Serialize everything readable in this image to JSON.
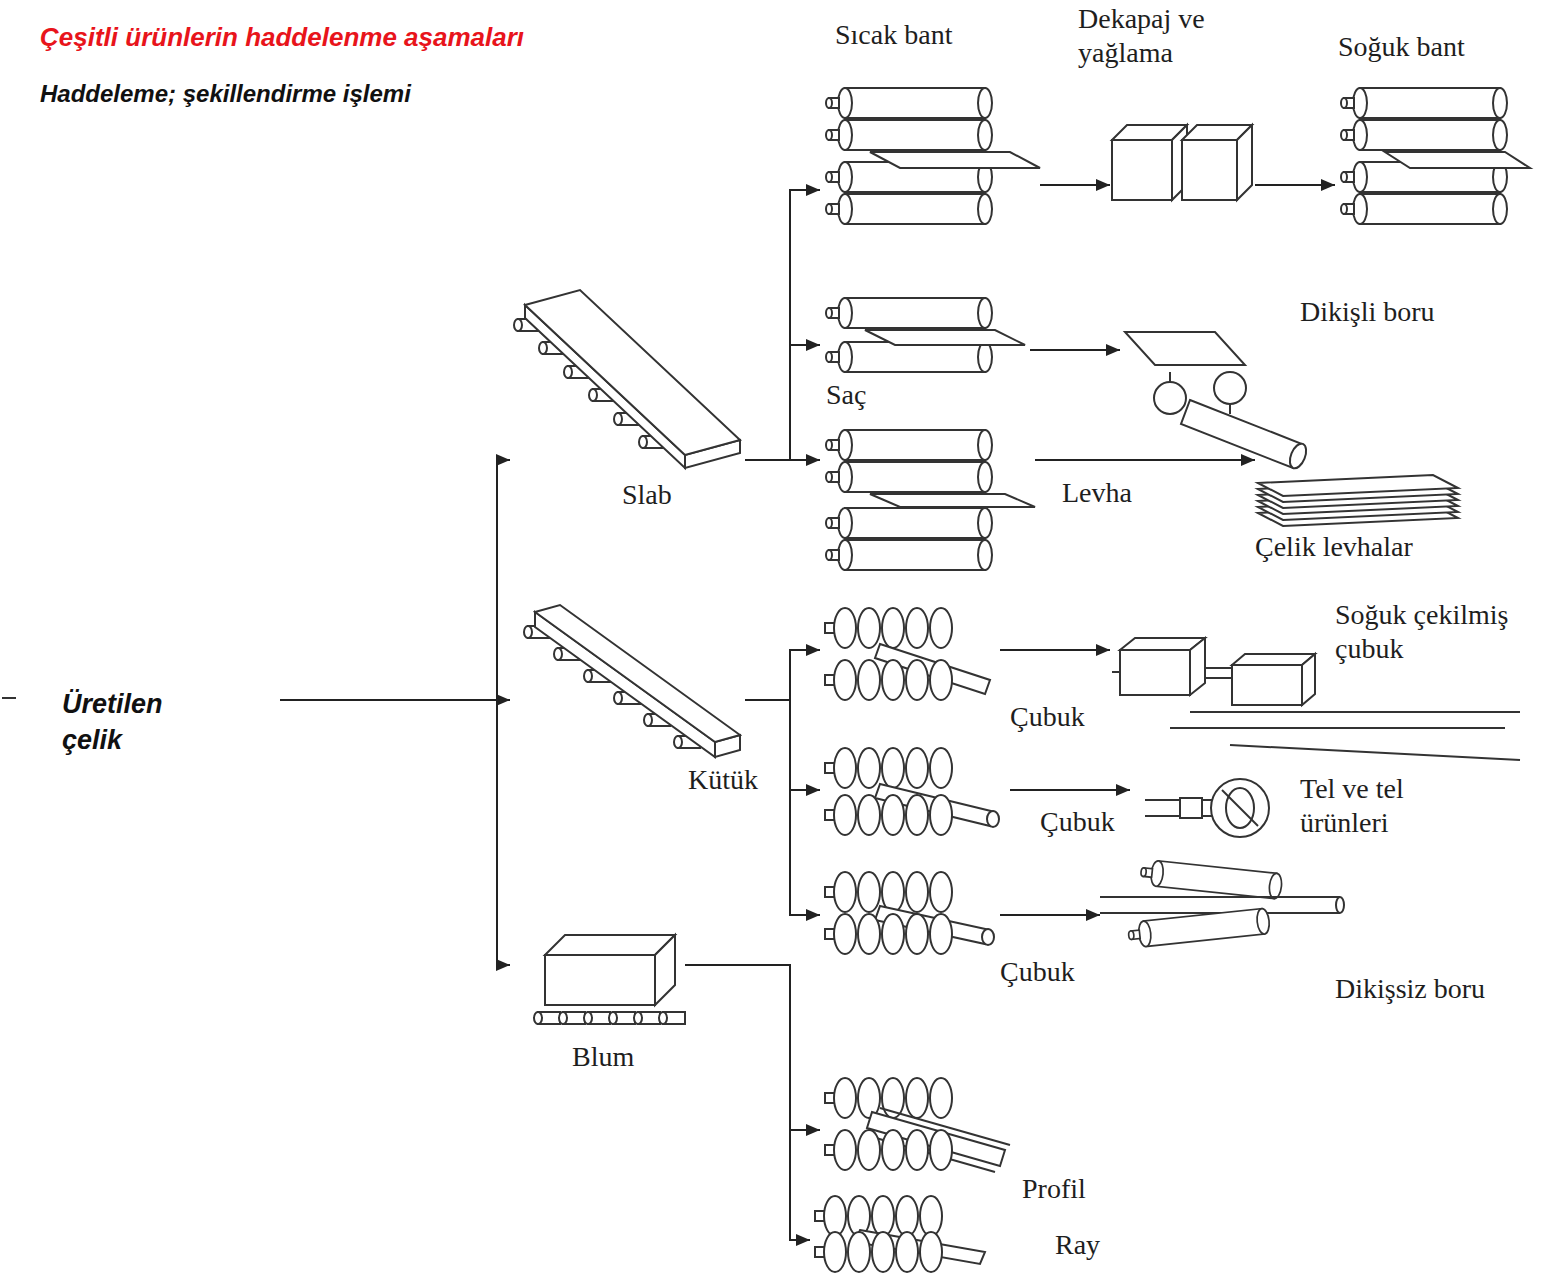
{
  "diagram": {
    "title": "Çeşitli ürünlerin haddelenme aşamaları",
    "nodes": [
      {
        "text": [
          "Üretilen çelik"
        ]
      },
      {
        "text": [
          "Slab"
        ]
      },
      {
        "text": [
          "Kütük"
        ]
      },
      {
        "text": [
          "Blum"
        ]
      },
      {
        "text": [
          "Sıcak bant"
        ]
      },
      {
        "text": [
          "Dekapaj ve yağlama"
        ]
      },
      {
        "text": [
          "Soğuk bant"
        ]
      },
      {
        "text": [
          "Saç"
        ]
      },
      {
        "text": [
          "Dikişli boru"
        ]
      },
      {
        "text": [
          "Levha"
        ]
      },
      {
        "text": [
          "Çelik levhalar"
        ]
      },
      {
        "text": [
          "Çubuk"
        ]
      },
      {
        "text": [
          "Soğuk çekilmiş çubuk"
        ]
      },
      {
        "text": [
          "Çubuk"
        ]
      },
      {
        "text": [
          "Tel ve tel ürünleri"
        ]
      },
      {
        "text": [
          "Çubuk"
        ]
      },
      {
        "text": [
          "Dikişsiz boru"
        ]
      },
      {
        "text": [
          "Profil"
        ]
      },
      {
        "text": [
          "Ray"
        ]
      }
    ],
    "edges": [
      {
        "from": 0,
        "to": 1,
        "arrow": "to"
      },
      {
        "from": 0,
        "to": 2,
        "arrow": "to"
      },
      {
        "from": 0,
        "to": 3,
        "arrow": "to"
      },
      {
        "from": 1,
        "to": 4,
        "arrow": "to"
      },
      {
        "from": 1,
        "to": 7,
        "arrow": "to"
      },
      {
        "from": 1,
        "to": 9,
        "arrow": "to"
      },
      {
        "from": 4,
        "to": 5,
        "arrow": "to"
      },
      {
        "from": 5,
        "to": 6,
        "arrow": "to"
      },
      {
        "from": 7,
        "to": 8,
        "arrow": "to"
      },
      {
        "from": 9,
        "to": 10,
        "arrow": "to"
      },
      {
        "from": 2,
        "to": 11,
        "arrow": "to"
      },
      {
        "from": 2,
        "to": 13,
        "arrow": "to"
      },
      {
        "from": 2,
        "to": 15,
        "arrow": "to"
      },
      {
        "from": 11,
        "to": 12,
        "arrow": "to"
      },
      {
        "from": 13,
        "to": 14,
        "arrow": "to"
      },
      {
        "from": 15,
        "to": 16,
        "arrow": "to"
      },
      {
        "from": 3,
        "to": 17,
        "arrow": "to"
      },
      {
        "from": 3,
        "to": 18,
        "arrow": "to"
      }
    ],
    "labels": [
      "Haddeleme; şekillendirme işlemi"
    ]
  }
}
